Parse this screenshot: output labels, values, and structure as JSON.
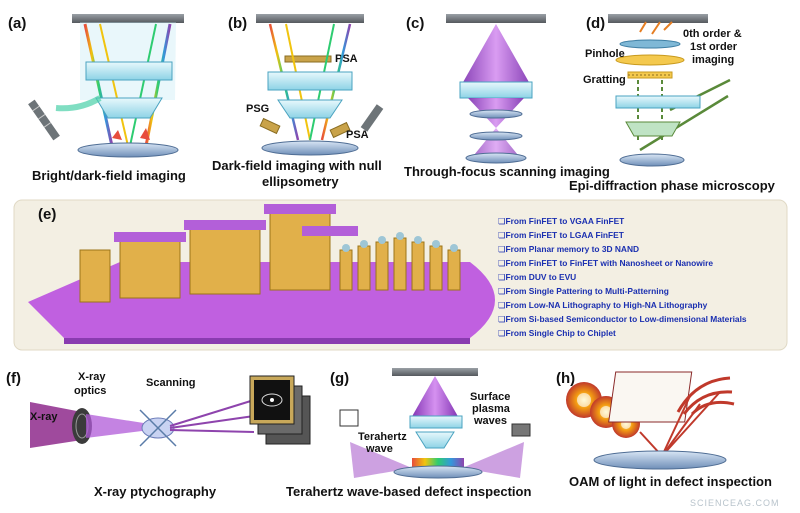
{
  "panels": {
    "a": {
      "letter": "(a)",
      "caption": "Bright/dark-field imaging"
    },
    "b": {
      "letter": "(b)",
      "caption_line1": "Dark-field imaging with null",
      "caption_line2": "ellipsometry",
      "psa_top": "PSA",
      "psg": "PSG",
      "psa_bottom": "PSA"
    },
    "c": {
      "letter": "(c)",
      "caption": "Through-focus scanning imaging"
    },
    "d": {
      "letter": "(d)",
      "caption": "Epi-diffraction phase microscopy",
      "pinhole": "Pinhole",
      "order_line1": "0th order &",
      "order_line2": "1st order",
      "order_line3": "imaging",
      "grating": "Gratting"
    },
    "e": {
      "letter": "(e)",
      "bullets": [
        "❏From FinFET to VGAA FinFET",
        "❏From FinFET to LGAA FinFET",
        "❏From Planar memory to 3D NAND",
        "❏From FinFET to FinFET with Nanosheet or Nanowire",
        "❏From DUV to EVU",
        "❏From Single Pattering to Multi-Patterning",
        "❏From Low-NA Lithography to High-NA Lithography",
        "❏From Si-based Semiconductor to Low-dimensional Materials",
        "❏From Single Chip to Chiplet"
      ]
    },
    "f": {
      "letter": "(f)",
      "caption": "X-ray ptychography",
      "xray": "X-ray",
      "optics_line1": "X-ray",
      "optics_line2": "optics",
      "scanning": "Scanning"
    },
    "g": {
      "letter": "(g)",
      "caption": "Terahertz wave-based defect inspection",
      "thz_line1": "Terahertz",
      "thz_line2": "wave",
      "sp_line1": "Surface",
      "sp_line2": "plasma",
      "sp_line3": "waves"
    },
    "h": {
      "letter": "(h)",
      "caption": "OAM of light in defect inspection"
    }
  },
  "watermark": "SCIENCEAG.COM",
  "colors": {
    "purple": "#b05ad8",
    "cyan": "#7fd6ea",
    "beige": "#f3efe3",
    "arrow_red": "#c0392b",
    "green": "#5a8a3a",
    "bullet_blue": "#1a2fb0"
  }
}
